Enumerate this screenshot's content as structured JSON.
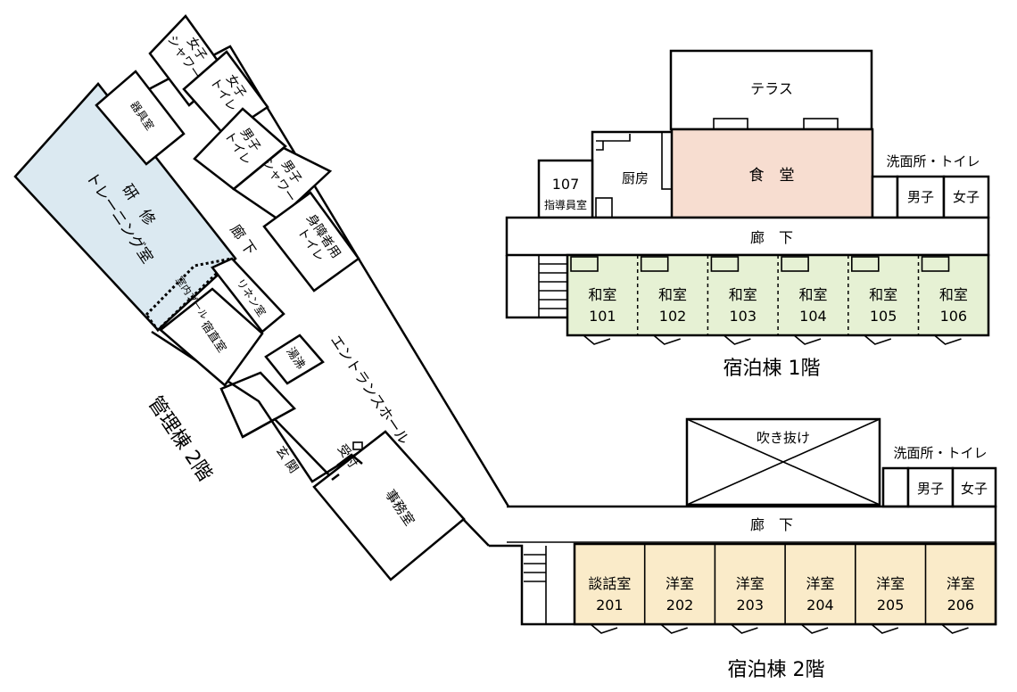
{
  "colors": {
    "training_room": "#dbe9f1",
    "dining_hall": "#f7ddd0",
    "washitsu_rooms": "#e6f1d4",
    "yoshitsu_rooms": "#faebc9",
    "walls": "#000000"
  },
  "admin": {
    "building_title": "管理棟 2階",
    "training_room": "研　修\nトレーニング室",
    "indoor_pool": "室内プール",
    "storage": "器具室",
    "women_shower": "女子\nシャワー",
    "women_toilet": "女子\nトイレ",
    "men_toilet": "男子\nトイレ",
    "men_shower": "男子\nシャワー",
    "accessible_toilet": "身障者用\nトイレ",
    "corridor": "廊 下",
    "linen_room": "リネン室",
    "night_duty_room": "宿直室",
    "kettle_room": "湯沸",
    "entrance_hall": "エントランスホール",
    "entrance": "玄 関",
    "reception": "受付",
    "office": "事務室"
  },
  "lodging1": {
    "building_title": "宿泊棟 1階",
    "terrace": "テラス",
    "kitchen": "厨房",
    "dining": "食　堂",
    "washroom": "洗面所・トイレ",
    "men": "男子",
    "women": "女子",
    "instructor_room_no": "107",
    "instructor_room": "指導員室",
    "corridor": "廊　下",
    "rooms": [
      {
        "name": "和室",
        "no": "101"
      },
      {
        "name": "和室",
        "no": "102"
      },
      {
        "name": "和室",
        "no": "103"
      },
      {
        "name": "和室",
        "no": "104"
      },
      {
        "name": "和室",
        "no": "105"
      },
      {
        "name": "和室",
        "no": "106"
      }
    ]
  },
  "lodging2": {
    "building_title": "宿泊棟 2階",
    "void": "吹き抜け",
    "washroom": "洗面所・トイレ",
    "men": "男子",
    "women": "女子",
    "corridor": "廊　下",
    "rooms": [
      {
        "name": "談話室",
        "no": "201"
      },
      {
        "name": "洋室",
        "no": "202"
      },
      {
        "name": "洋室",
        "no": "203"
      },
      {
        "name": "洋室",
        "no": "204"
      },
      {
        "name": "洋室",
        "no": "205"
      },
      {
        "name": "洋室",
        "no": "206"
      }
    ]
  }
}
